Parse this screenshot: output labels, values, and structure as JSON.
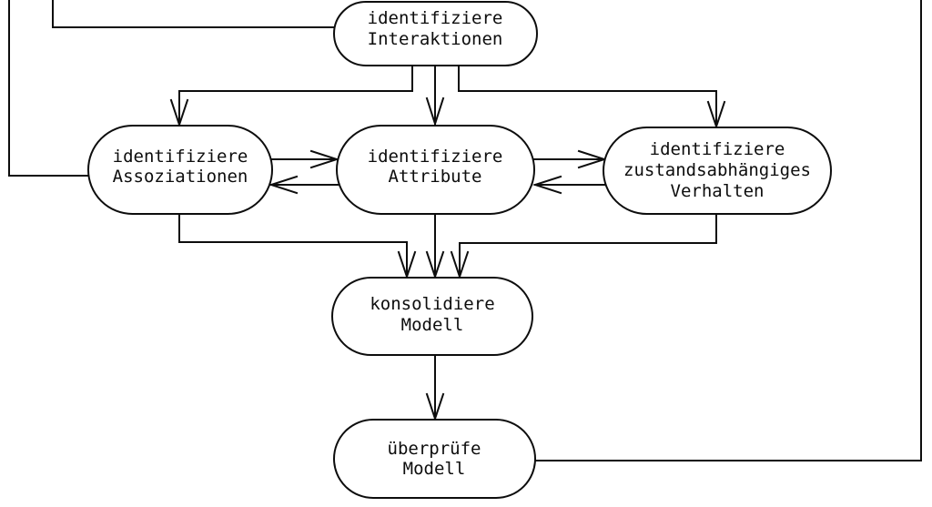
{
  "diagram": {
    "type": "flowchart",
    "language": "de",
    "background_color": "#ffffff",
    "line_color": "#0d0d0d",
    "node_fill": "#ffffff",
    "nodes": {
      "interaktionen": {
        "line1": "identifiziere",
        "line2": "Interaktionen"
      },
      "assoziationen": {
        "line1": "identifiziere",
        "line2": "Assoziationen"
      },
      "attribute": {
        "line1": "identifiziere",
        "line2": "Attribute"
      },
      "verhalten": {
        "line1": "identifiziere",
        "line2": "zustandsabhängiges",
        "line3": "Verhalten"
      },
      "konsolidiere": {
        "line1": "konsolidiere",
        "line2": "Modell"
      },
      "ueberpruefe": {
        "line1": "überprüfe",
        "line2": "Modell"
      }
    },
    "edges": [
      {
        "from": "identifiziere Interaktionen",
        "to": "identifiziere Assoziationen",
        "arrow": true
      },
      {
        "from": "identifiziere Interaktionen",
        "to": "identifiziere Attribute",
        "arrow": true
      },
      {
        "from": "identifiziere Interaktionen",
        "to": "identifiziere zustandsabhängiges Verhalten",
        "arrow": true
      },
      {
        "from": "identifiziere Assoziationen",
        "to": "identifiziere Attribute",
        "arrow": true
      },
      {
        "from": "identifiziere Attribute",
        "to": "identifiziere Assoziationen",
        "arrow": true
      },
      {
        "from": "identifiziere Attribute",
        "to": "identifiziere zustandsabhängiges Verhalten",
        "arrow": true
      },
      {
        "from": "identifiziere zustandsabhängiges Verhalten",
        "to": "identifiziere Attribute",
        "arrow": true
      },
      {
        "from": "identifiziere Assoziationen",
        "to": "konsolidiere Modell",
        "arrow": true
      },
      {
        "from": "identifiziere Attribute",
        "to": "konsolidiere Modell",
        "arrow": true
      },
      {
        "from": "identifiziere zustandsabhängiges Verhalten",
        "to": "konsolidiere Modell",
        "arrow": true
      },
      {
        "from": "konsolidiere Modell",
        "to": "überprüfe Modell",
        "arrow": true
      },
      {
        "from": "überprüfe Modell",
        "to": "(feedback line up right side, cut off at top)",
        "arrow": false
      },
      {
        "from": "(feedback line from top, cut off)",
        "to": "identifiziere Interaktionen",
        "arrow": false
      },
      {
        "from": "(feedback line from top, cut off)",
        "to": "identifiziere Assoziationen",
        "arrow": false
      }
    ]
  }
}
